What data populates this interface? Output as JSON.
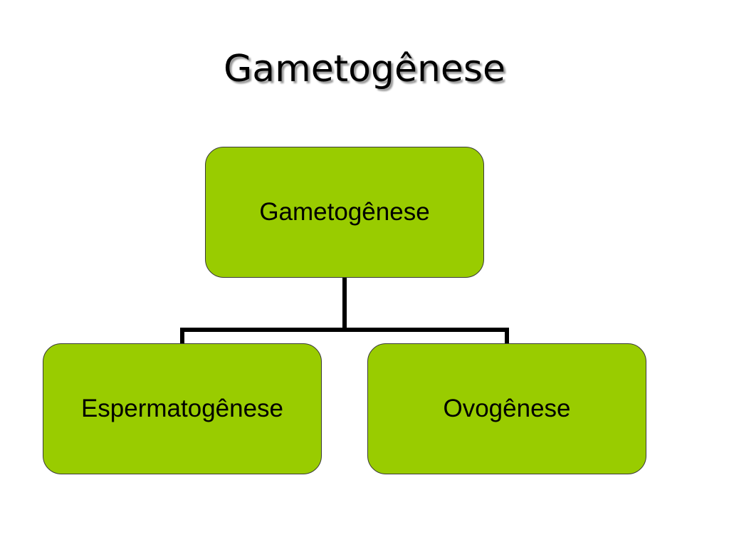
{
  "slide": {
    "title": "Gametogênese"
  },
  "diagram": {
    "root": {
      "label": "Gametogênese"
    },
    "children": [
      {
        "label": "Espermatogênese"
      },
      {
        "label": "Ovogênese"
      }
    ],
    "node_fill": "#99cc00",
    "node_border": "#3a3a3a",
    "connector_color": "#000000"
  }
}
